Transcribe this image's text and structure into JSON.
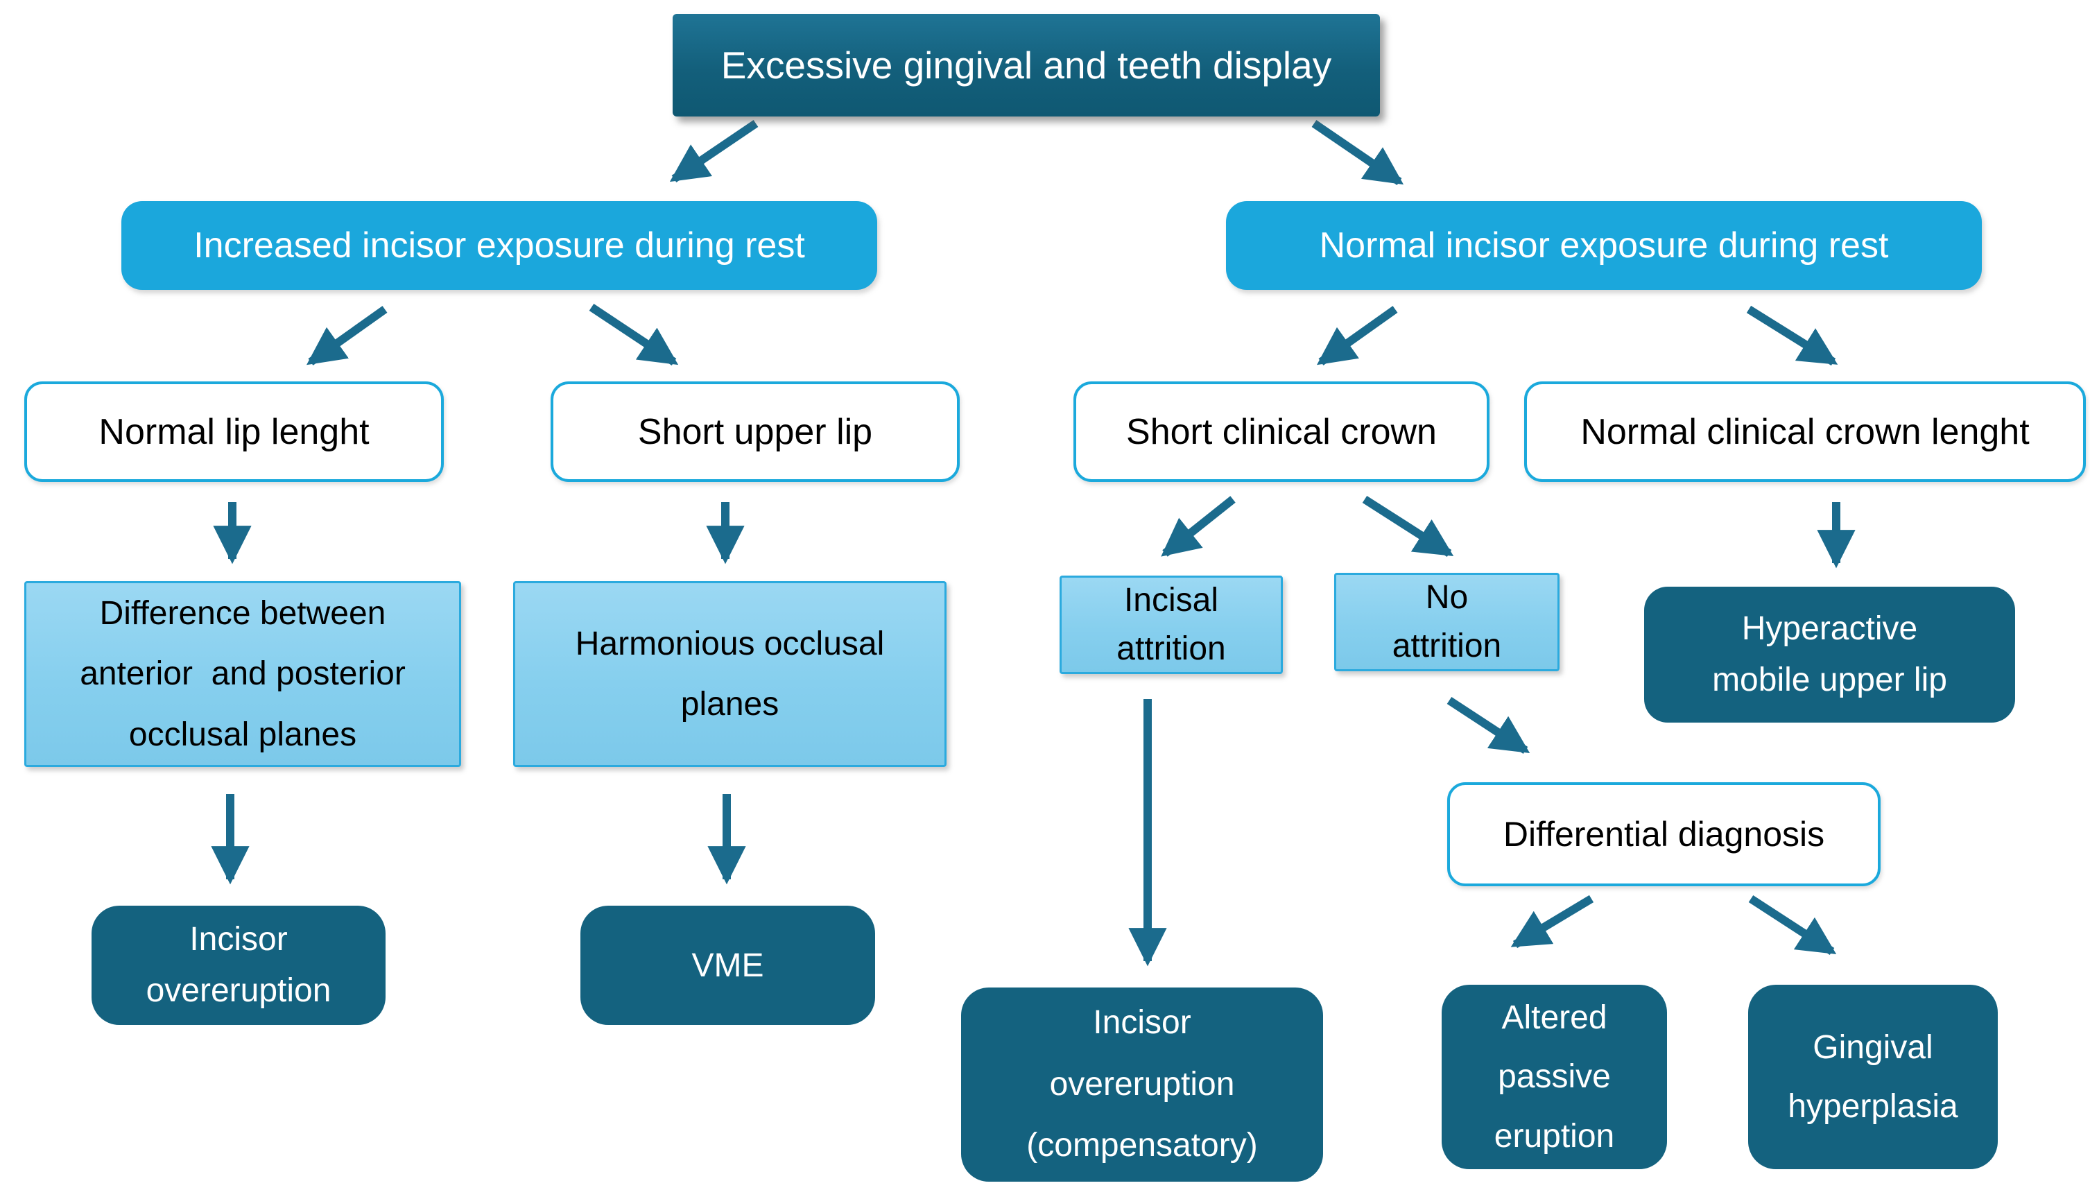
{
  "diagram": {
    "title": "Excessive gingival and teeth display flowchart",
    "background": "#ffffff",
    "colors": {
      "dark_teal": "#14627f",
      "cyan_branch": "#1ba7dc",
      "light_blue_fill": "#86cfee",
      "light_blue_border": "#2baade",
      "outline_border": "#1ba9dc",
      "arrow": "#1b6b8d",
      "text_dark": "#000000",
      "text_light": "#ffffff"
    },
    "nodes": {
      "root": {
        "label": "Excessive gingival and teeth display"
      },
      "increased_exposure": {
        "label": "Increased incisor exposure during rest"
      },
      "normal_exposure": {
        "label": "Normal incisor exposure during rest"
      },
      "normal_lip": {
        "label": "Normal lip lenght"
      },
      "short_lip": {
        "label": "Short upper lip"
      },
      "short_crown": {
        "label": "Short clinical crown"
      },
      "normal_crown": {
        "label": "Normal clinical crown lenght"
      },
      "occlusal_difference": {
        "label": "Difference between\nanterior  and posterior\nocclusal planes"
      },
      "harmonious": {
        "label": "Harmonious occlusal\nplanes"
      },
      "incisal_attrition": {
        "label": "Incisal\nattrition"
      },
      "no_attrition": {
        "label": "No\nattrition"
      },
      "hyperactive_lip": {
        "label": "Hyperactive\nmobile upper lip"
      },
      "differential": {
        "label": "Differential diagnosis"
      },
      "incisor_overeruption": {
        "label": "Incisor\novereruption"
      },
      "vme": {
        "label": "VME"
      },
      "incisor_compensatory": {
        "label": "Incisor\novereruption\n(compensatory)"
      },
      "altered_eruption": {
        "label": "Altered\npassive\neruption"
      },
      "gingival_hyperplasia": {
        "label": "Gingival\nhyperplasia"
      }
    }
  }
}
